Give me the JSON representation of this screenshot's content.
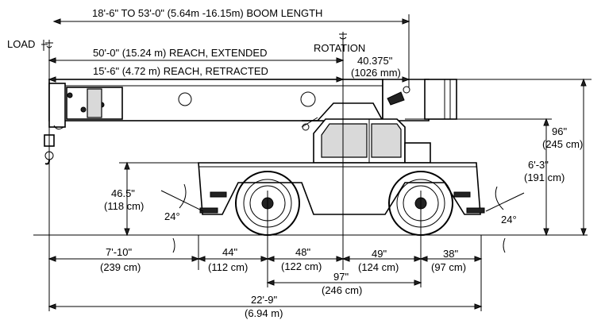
{
  "labels": {
    "boom_length": "18'-6\" TO 53'-0\" (5.64m -16.15m) BOOM LENGTH",
    "load_cl": "LOAD",
    "rotation_cl": "ROTATION",
    "reach_extended": "50'-0\" (15.24 m) REACH, EXTENDED",
    "reach_retracted": "15'-6\" (4.72 m) REACH, RETRACTED",
    "rotation_offset_in": "40.375\"",
    "rotation_offset_mm": "(1026 mm)",
    "height_overall_in": "96\"",
    "height_overall_cm": "(245 cm)",
    "height_cab_ft": "6'-3\"",
    "height_cab_cm": "(191 cm)",
    "height_deck_in": "46.5\"",
    "height_deck_cm": "(118 cm)",
    "angle_left": "24°",
    "angle_right": "24°",
    "front_overhang_ft": "7'-10\"",
    "front_overhang_cm": "(239 cm)",
    "front_body_in": "44\"",
    "front_body_cm": "(112 cm)",
    "front_axle_to_cl_in": "48\"",
    "front_axle_to_cl_cm": "(122 cm)",
    "cl_to_rear_axle_in": "49\"",
    "cl_to_rear_axle_cm": "(124 cm)",
    "rear_overhang_in": "38\"",
    "rear_overhang_cm": "(97 cm)",
    "wheelbase_in": "97\"",
    "wheelbase_cm": "(246 cm)",
    "overall_length_ft": "22'-9\"",
    "overall_length_m": "(6.94 m)"
  }
}
